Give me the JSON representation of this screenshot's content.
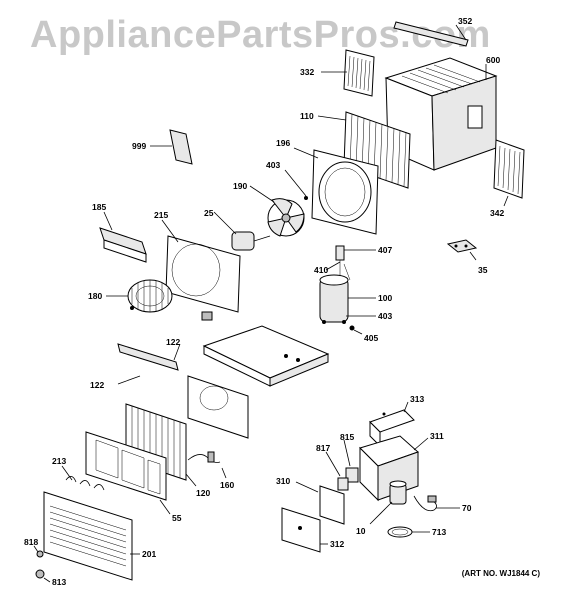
{
  "watermark": "AppliancePartsPros.com",
  "art_number": "(ART NO. WJ1844 C)",
  "callouts": {
    "p352": "352",
    "p332": "332",
    "p600": "600",
    "p110": "110",
    "p999": "999",
    "p196": "196",
    "p403a": "403",
    "p342": "342",
    "p190": "190",
    "p185": "185",
    "p215": "215",
    "p25": "25",
    "p407": "407",
    "p35": "35",
    "p410": "410",
    "p100": "100",
    "p180": "180",
    "p403b": "403",
    "p405": "405",
    "p122a": "122",
    "p122b": "122",
    "p313": "313",
    "p817": "817",
    "p815": "815",
    "p311": "311",
    "p213": "213",
    "p160": "160",
    "p120": "120",
    "p310": "310",
    "p70": "70",
    "p55": "55",
    "p10": "10",
    "p713": "713",
    "p312": "312",
    "p818": "818",
    "p201": "201",
    "p813": "813"
  }
}
